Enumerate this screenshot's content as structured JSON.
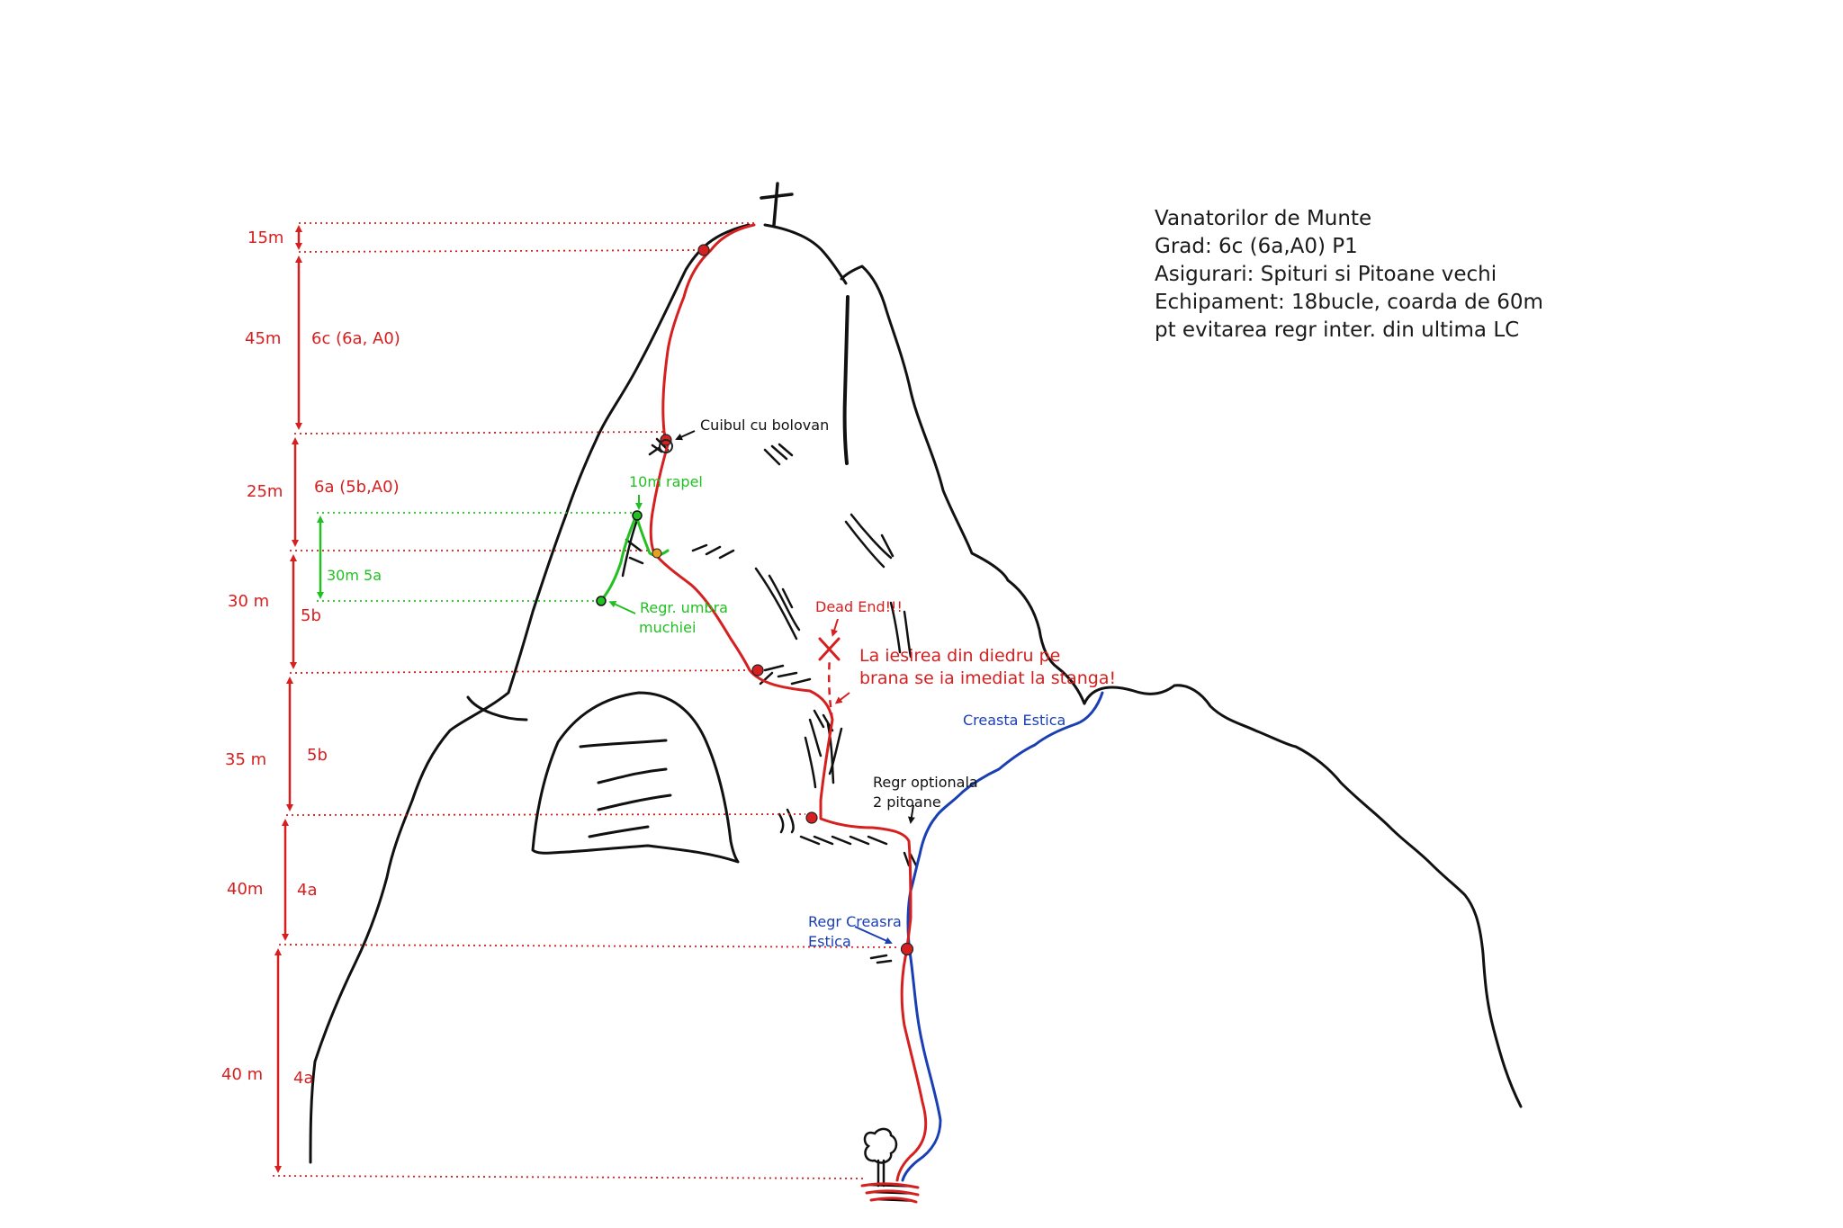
{
  "info": {
    "title": "Vanatorilor de Munte",
    "grade": "Grad: 6c (6a,A0) P1",
    "protection": "Asigurari: Spituri si Pitoane vechi",
    "equipment": "Echipament: 18bucle, coarda de 60m",
    "equipment_note": "pt evitarea regr inter. din ultima LC"
  },
  "pitches": [
    {
      "length": "15m",
      "grade": ""
    },
    {
      "length": "45m",
      "grade": "6c (6a, A0)"
    },
    {
      "length": "25m",
      "grade": "6a (5b,A0)"
    },
    {
      "length": "30 m",
      "grade": "5b"
    },
    {
      "length": "35 m",
      "grade": "5b"
    },
    {
      "length": "40m",
      "grade": "4a"
    },
    {
      "length": "40 m",
      "grade": "4a"
    }
  ],
  "variant": {
    "length_grade": "30m 5a",
    "rappel": "10m rapel",
    "belay_line1": "Regr. umbra",
    "belay_line2": "muchiei"
  },
  "annotations": {
    "boulder_nest": "Cuibul cu bolovan",
    "dead_end": "Dead End!!!",
    "exit_note_line1": "La iesirea din diedru pe",
    "exit_note_line2": "brana se ia imediat la stanga!",
    "east_ridge": "Creasta Estica",
    "optional_belay_line1": "Regr optionala",
    "optional_belay_line2": "2 pitoane",
    "ridge_belay_line1": "Regr Creasra",
    "ridge_belay_line2": "Estica"
  },
  "colors": {
    "route": "#d62020",
    "variant": "#22c022",
    "ridge": "#1a3fb5",
    "rock": "#111111"
  }
}
